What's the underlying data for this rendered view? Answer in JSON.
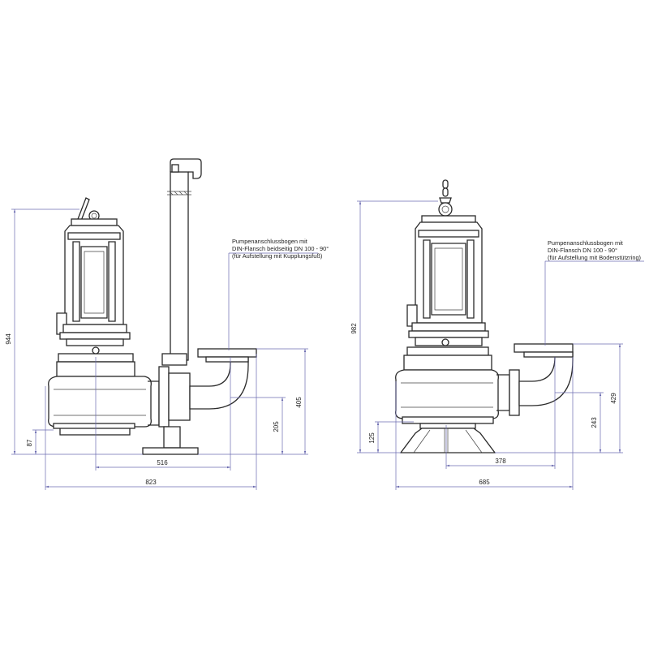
{
  "left_view": {
    "note_lines": [
      "Pumpenanschlussbogen mit",
      "DIN-Flansch beidseitig DN 100 - 90°",
      "(für Aufstellung mit Kupplungsfuß)"
    ],
    "dims": {
      "total_height": "944",
      "base_height": "87",
      "outlet_height": "205",
      "flange_height": "405",
      "width_516": "516",
      "width_823": "823"
    }
  },
  "right_view": {
    "note_lines": [
      "Pumpenanschlussbogen mit",
      "DIN-Flansch DN 100 - 90°",
      "(für Aufstellung mit Bodenstützring)"
    ],
    "dims": {
      "total_height": "982",
      "base_height": "125",
      "outlet_height": "243",
      "flange_height": "429",
      "width_378": "378",
      "width_685": "685"
    }
  }
}
